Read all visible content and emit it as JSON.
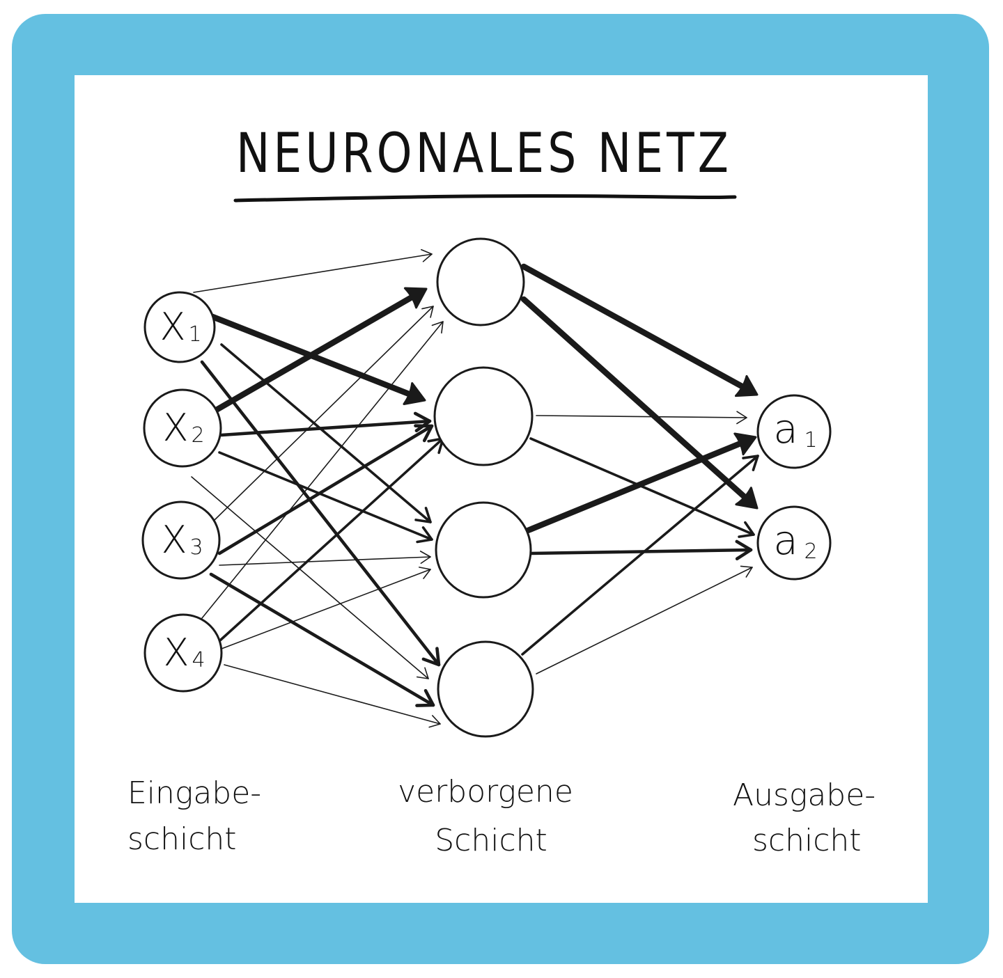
{
  "title": "NEURONALES NETZ",
  "colors": {
    "frame": "#64c0e1",
    "background": "#ffffff",
    "ink": "#1a1a1a"
  },
  "layers": [
    {
      "id": "input",
      "label_line1": "Eingabe-",
      "label_line2": "schicht",
      "nodes": [
        {
          "id": "x1",
          "main": "X",
          "sub": "1"
        },
        {
          "id": "x2",
          "main": "X",
          "sub": "2"
        },
        {
          "id": "x3",
          "main": "X",
          "sub": "3"
        },
        {
          "id": "x4",
          "main": "X",
          "sub": "4"
        }
      ]
    },
    {
      "id": "hidden",
      "label_line1": "verborgene",
      "label_line2": "Schicht",
      "nodes": [
        {
          "id": "h1",
          "main": "",
          "sub": ""
        },
        {
          "id": "h2",
          "main": "",
          "sub": ""
        },
        {
          "id": "h3",
          "main": "",
          "sub": ""
        },
        {
          "id": "h4",
          "main": "",
          "sub": ""
        }
      ]
    },
    {
      "id": "output",
      "label_line1": "Ausgabe-",
      "label_line2": "schicht",
      "nodes": [
        {
          "id": "a1",
          "main": "a",
          "sub": "1"
        },
        {
          "id": "a2",
          "main": "a",
          "sub": "2"
        }
      ]
    }
  ],
  "connections": [
    {
      "from": "x1",
      "to": "h1",
      "weight": "thin"
    },
    {
      "from": "x1",
      "to": "h2",
      "weight": "very-thick"
    },
    {
      "from": "x1",
      "to": "h3",
      "weight": "medium"
    },
    {
      "from": "x1",
      "to": "h4",
      "weight": "thick"
    },
    {
      "from": "x2",
      "to": "h1",
      "weight": "very-thick"
    },
    {
      "from": "x2",
      "to": "h2",
      "weight": "thick"
    },
    {
      "from": "x2",
      "to": "h3",
      "weight": "medium"
    },
    {
      "from": "x2",
      "to": "h4",
      "weight": "thin"
    },
    {
      "from": "x3",
      "to": "h1",
      "weight": "thin"
    },
    {
      "from": "x3",
      "to": "h2",
      "weight": "thick"
    },
    {
      "from": "x3",
      "to": "h3",
      "weight": "thin"
    },
    {
      "from": "x3",
      "to": "h4",
      "weight": "thick"
    },
    {
      "from": "x4",
      "to": "h1",
      "weight": "thin"
    },
    {
      "from": "x4",
      "to": "h2",
      "weight": "medium"
    },
    {
      "from": "x4",
      "to": "h3",
      "weight": "thin"
    },
    {
      "from": "x4",
      "to": "h4",
      "weight": "thin"
    },
    {
      "from": "h1",
      "to": "a1",
      "weight": "very-thick"
    },
    {
      "from": "h1",
      "to": "a2",
      "weight": "very-thick"
    },
    {
      "from": "h2",
      "to": "a1",
      "weight": "thin"
    },
    {
      "from": "h2",
      "to": "a2",
      "weight": "medium"
    },
    {
      "from": "h3",
      "to": "a1",
      "weight": "very-thick"
    },
    {
      "from": "h3",
      "to": "a2",
      "weight": "thick"
    },
    {
      "from": "h4",
      "to": "a1",
      "weight": "medium"
    },
    {
      "from": "h4",
      "to": "a2",
      "weight": "thin"
    }
  ]
}
